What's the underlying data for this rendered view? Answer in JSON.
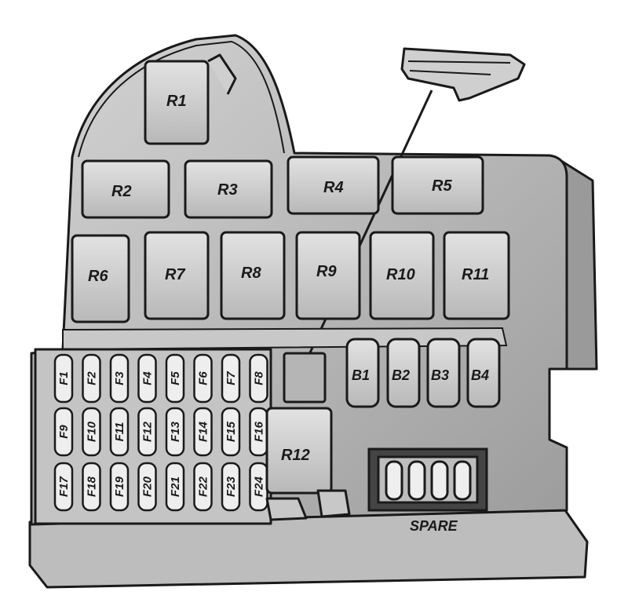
{
  "diagram": {
    "colors": {
      "outline": "#1a1a1a",
      "housing": "#bdbdbd",
      "housing_dark": "#8a8a8a",
      "relay": "#cfcfcf",
      "fuse": "#eeeeee",
      "background": "#ffffff"
    },
    "relays": {
      "r1": "R1",
      "r2": "R2",
      "r3": "R3",
      "r4": "R4",
      "r5": "R5",
      "r6": "R6",
      "r7": "R7",
      "r8": "R8",
      "r9": "R9",
      "r10": "R10",
      "r11": "R11",
      "r12": "R12"
    },
    "mini_fuses_row1": [
      "F1",
      "F2",
      "F3",
      "F4",
      "F5",
      "F6",
      "F7",
      "F8"
    ],
    "mini_fuses_row2": [
      "F9",
      "F10",
      "F11",
      "F12",
      "F13",
      "F14",
      "F15",
      "F16"
    ],
    "mini_fuses_row3": [
      "F17",
      "F18",
      "F19",
      "F20",
      "F21",
      "F22",
      "F23",
      "F24"
    ],
    "blocks": {
      "b1": "B1",
      "b2": "B2",
      "b3": "B3",
      "b4": "B4"
    },
    "spare_label": "SPARE",
    "icons": {
      "fuse_puller": "fuse-puller-icon"
    }
  }
}
